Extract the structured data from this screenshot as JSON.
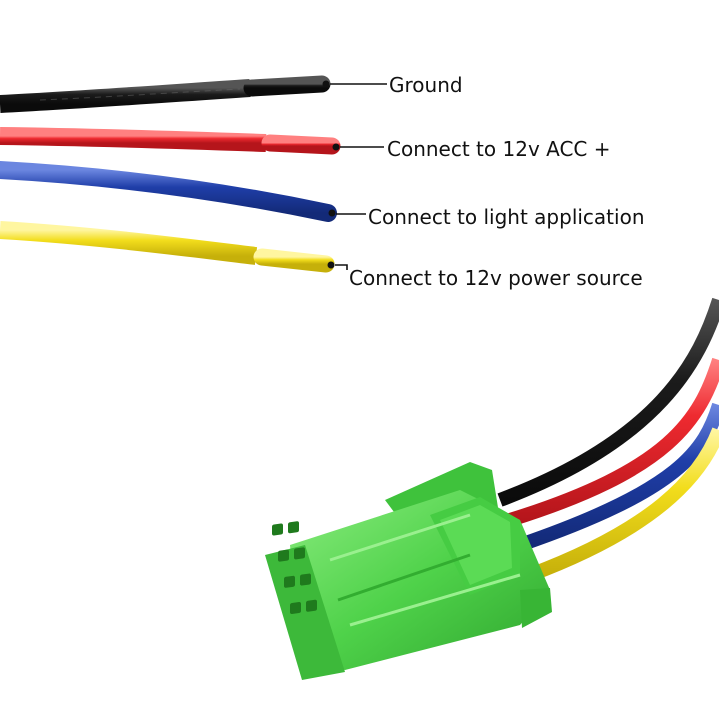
{
  "labels": {
    "ground": "Ground",
    "acc": "Connect to 12v ACC +",
    "light": "Connect to light application",
    "power": "Connect to 12v power source"
  },
  "wires": [
    {
      "name": "ground",
      "color": "#1c1c1c"
    },
    {
      "name": "acc",
      "color": "#e8232b"
    },
    {
      "name": "light",
      "color": "#1f3ea8"
    },
    {
      "name": "power",
      "color": "#f2dd1c"
    }
  ],
  "connector": {
    "color": "#4fd24a",
    "pins": 8
  }
}
